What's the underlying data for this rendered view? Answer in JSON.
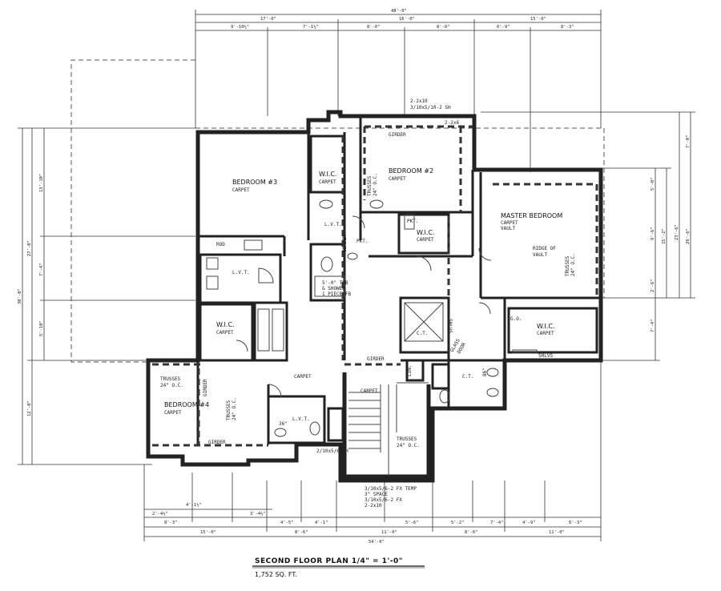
{
  "title": "SECOND FLOOR PLAN 1/4\" = 1'-0\"",
  "area": "1,752 SQ. FT.",
  "rooms": {
    "bedroom3": "BEDROOM #3",
    "bedroom2": "BEDROOM #2",
    "bedroom4": "BEDROOM #4",
    "master": "MASTER BEDROOM",
    "wic": "W.I.C.",
    "carpet": "CARPET",
    "carpet_vault": "VAULT",
    "lvt": "L.V.T.",
    "ct": "C.T."
  },
  "labels": {
    "girder": "GIRDER",
    "trusses": "TRUSSES",
    "oc24": "24\" O.C.",
    "rod": "ROD",
    "shlvs": "SHLVS",
    "ridge": "RIDGE OF",
    "vault": "VAULT",
    "tub": "5'-0\" TUB",
    "shower": "& SHOWER",
    "piece": "1 PIECE FB",
    "glass": "GLASS",
    "door": "DOOR",
    "lin": "LIN.",
    "pkt": "PKT.",
    "go": "G.O.",
    "temp": "3/10x5/6-2 FX TEMP",
    "space": "3\" SPACE",
    "hdr1": "3/10x5/6-2 FX",
    "hdr2": "2-2x10",
    "hdr3": "2-2x10",
    "hdr4": "3/10x5/10-2 SH",
    "hdr5": "2-2x6",
    "hdr6": "2/10x5/6 SH",
    "dim_36": "36\"",
    "dim_86": "86\""
  },
  "dims_top_total": "48'-0\"",
  "dims_top_a": [
    "17'-0\"",
    "16'-0\"",
    "15'-0\""
  ],
  "dims_top_b": [
    "9'-10½\"",
    "7'-1½\"",
    "8'-0\"",
    "8'-0\"",
    "6'-9\"",
    "8'-3\""
  ],
  "dims_bottom_total": "54'-0\"",
  "dims_bottom_a": [
    "15'-0\"",
    "8'-6\"",
    "11'-0\"",
    "8'-6\"",
    "11'-0\""
  ],
  "dims_bottom_b": [
    "4'-5\"",
    "4'-1\"",
    "5'-6\"",
    "5'-2\"",
    "7'-4\"",
    "4'-9\"",
    "6'-3\""
  ],
  "dims_bottom_c": [
    "8'-3\"",
    "3'-4½\"",
    "2'-4½\"",
    "4'-1½\""
  ],
  "dims_left": [
    "30'-0\"",
    "27'-0\"",
    "13'-10\"",
    "7'-4\"",
    "5'-10\"",
    "12'-0\""
  ],
  "dims_right": [
    "7'-0\"",
    "29'-6\"",
    "23'-6\"",
    "15'-2\"",
    "9'-6\"",
    "5'-0\"",
    "2'-6\"",
    "7'-4\""
  ]
}
